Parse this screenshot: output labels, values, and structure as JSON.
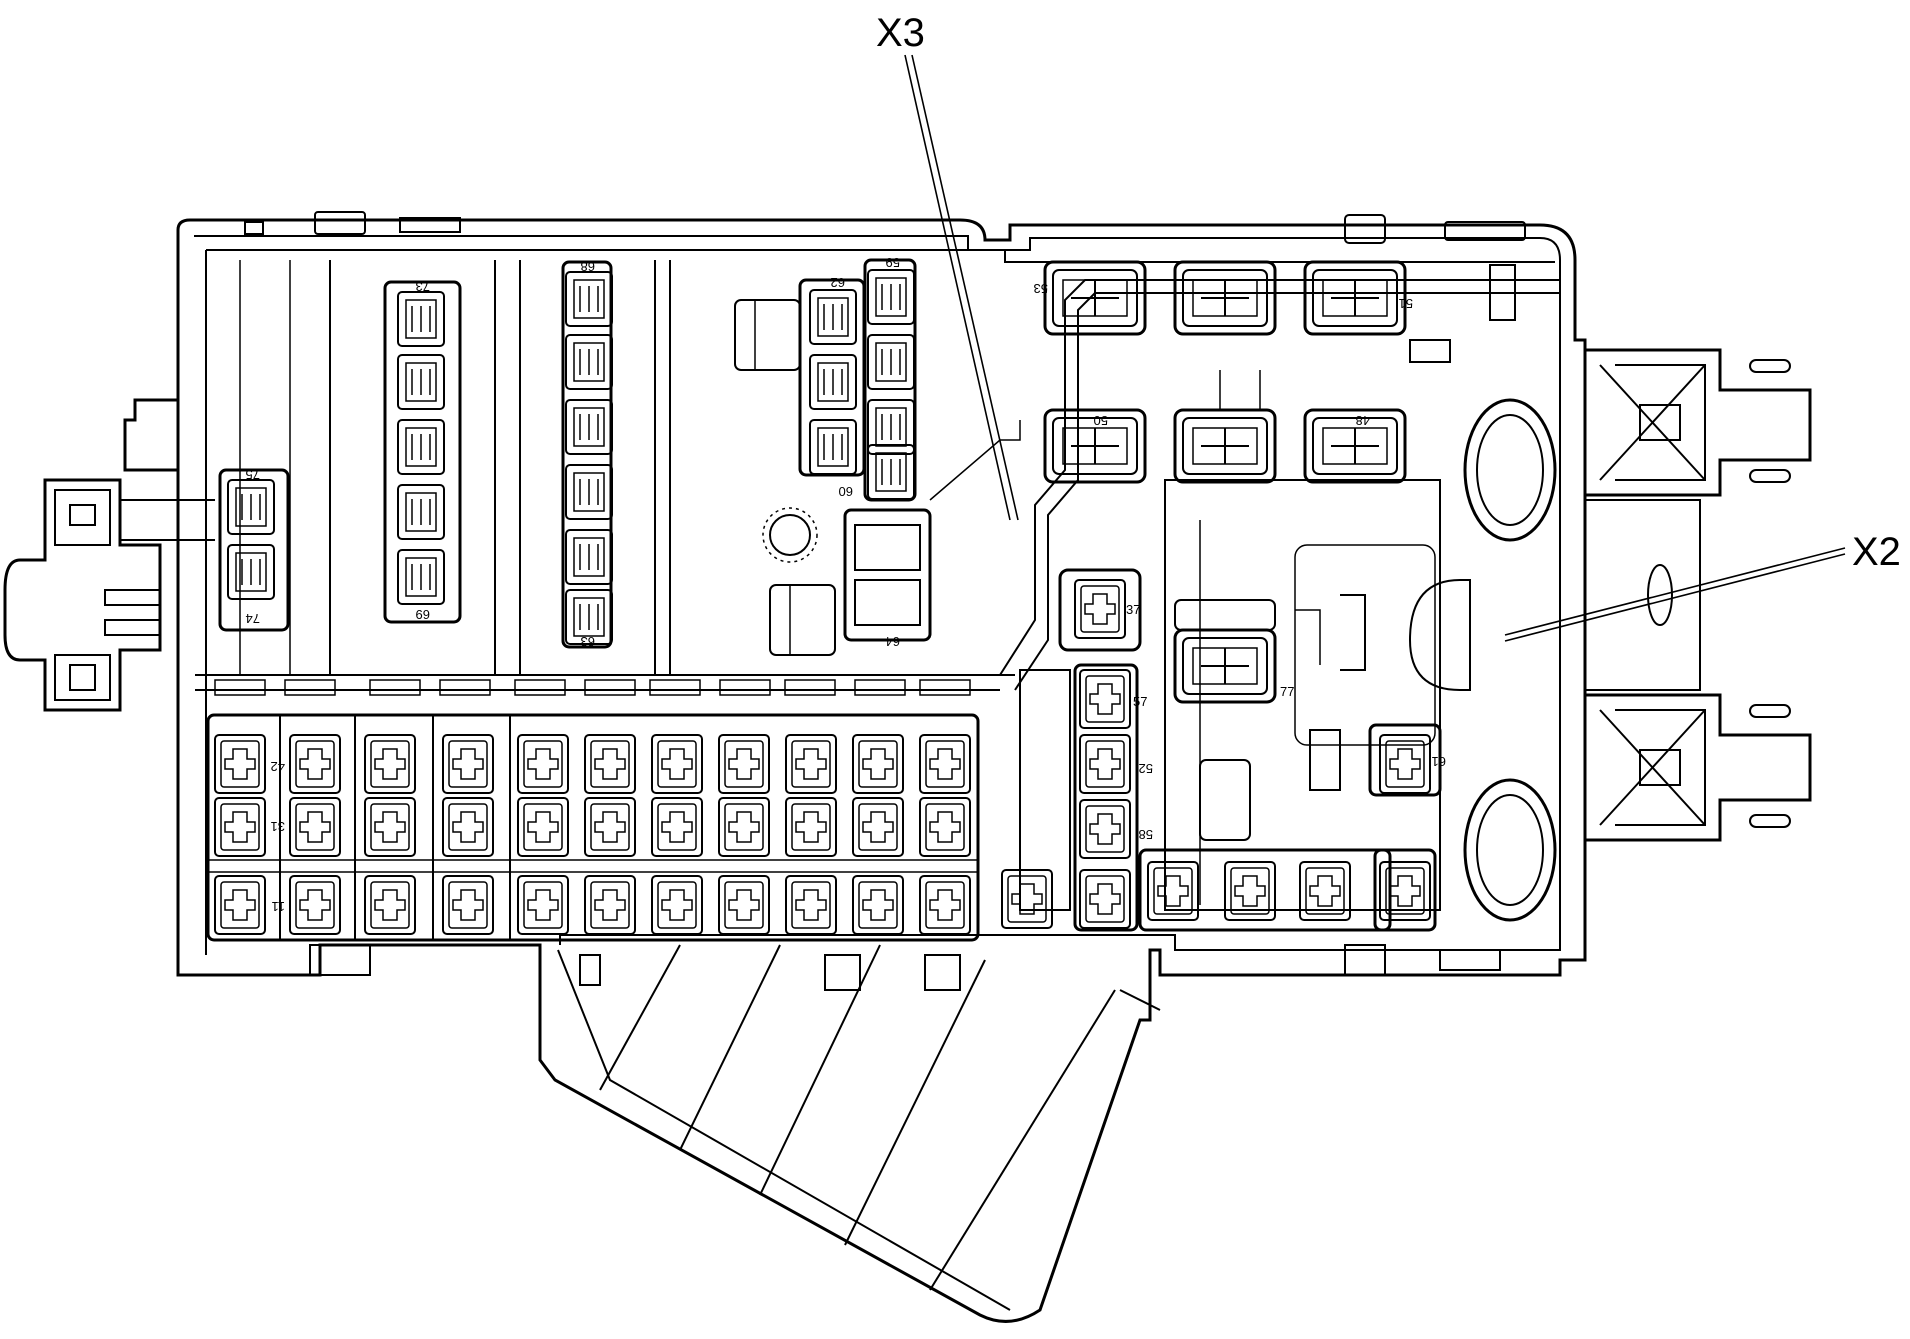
{
  "diagram": {
    "callouts": [
      {
        "id": "x3",
        "label": "X3"
      },
      {
        "id": "x2",
        "label": "X2"
      }
    ],
    "cavity_numbers": [
      "75",
      "74",
      "73",
      "69",
      "68",
      "63",
      "62",
      "59",
      "60",
      "64",
      "53",
      "51",
      "50",
      "48",
      "37",
      "57",
      "52",
      "58",
      "77",
      "61",
      "42",
      "31",
      "11"
    ]
  },
  "colors": {
    "line": "#000000",
    "background": "#ffffff"
  }
}
